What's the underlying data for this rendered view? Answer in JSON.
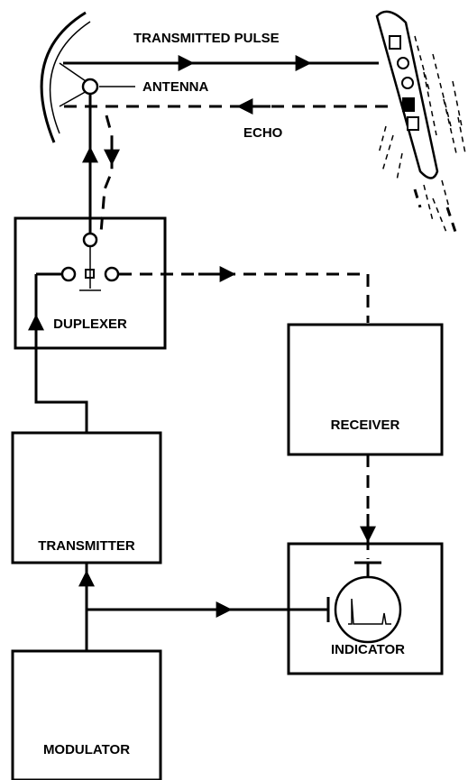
{
  "labels": {
    "transmitted_pulse": "TRANSMITTED PULSE",
    "antenna": "ANTENNA",
    "echo": "ECHO",
    "duplexer": "DUPLEXER",
    "receiver": "RECEIVER",
    "transmitter": "TRANSMITTER",
    "indicator": "INDICATOR",
    "modulator": "MODULATOR"
  },
  "icons": [
    "antenna-dish-icon",
    "ship-icon",
    "crt-scope-icon"
  ]
}
